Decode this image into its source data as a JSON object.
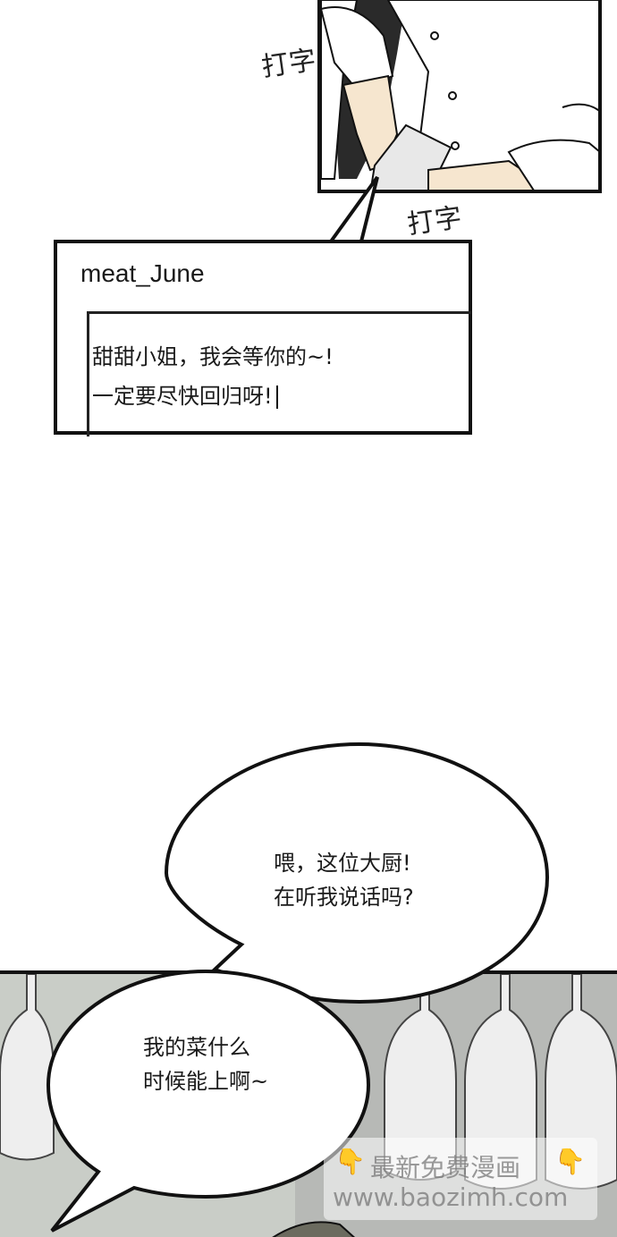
{
  "sfx": {
    "typing_top": "打字",
    "typing_bottom": "打字"
  },
  "message": {
    "username": "meat_June",
    "line1": "甜甜小姐，我会等你的~!",
    "line2": "一定要尽快回归呀!"
  },
  "bubble_top": {
    "line1": "喂，这位大厨!",
    "line2": "在听我说话吗?"
  },
  "bubble_bottom": {
    "line1": "我的菜什么",
    "line2": "时候能上啊~"
  },
  "watermark": {
    "title": "最新免费漫画",
    "url": "www.baozimh.com",
    "pointer_icon": "pointing-down-hand"
  },
  "colors": {
    "ink": "#111111",
    "scene_bg": "#c9cdc7",
    "skin": "#f6e6cf",
    "watermark_hand": "#f2a400"
  }
}
